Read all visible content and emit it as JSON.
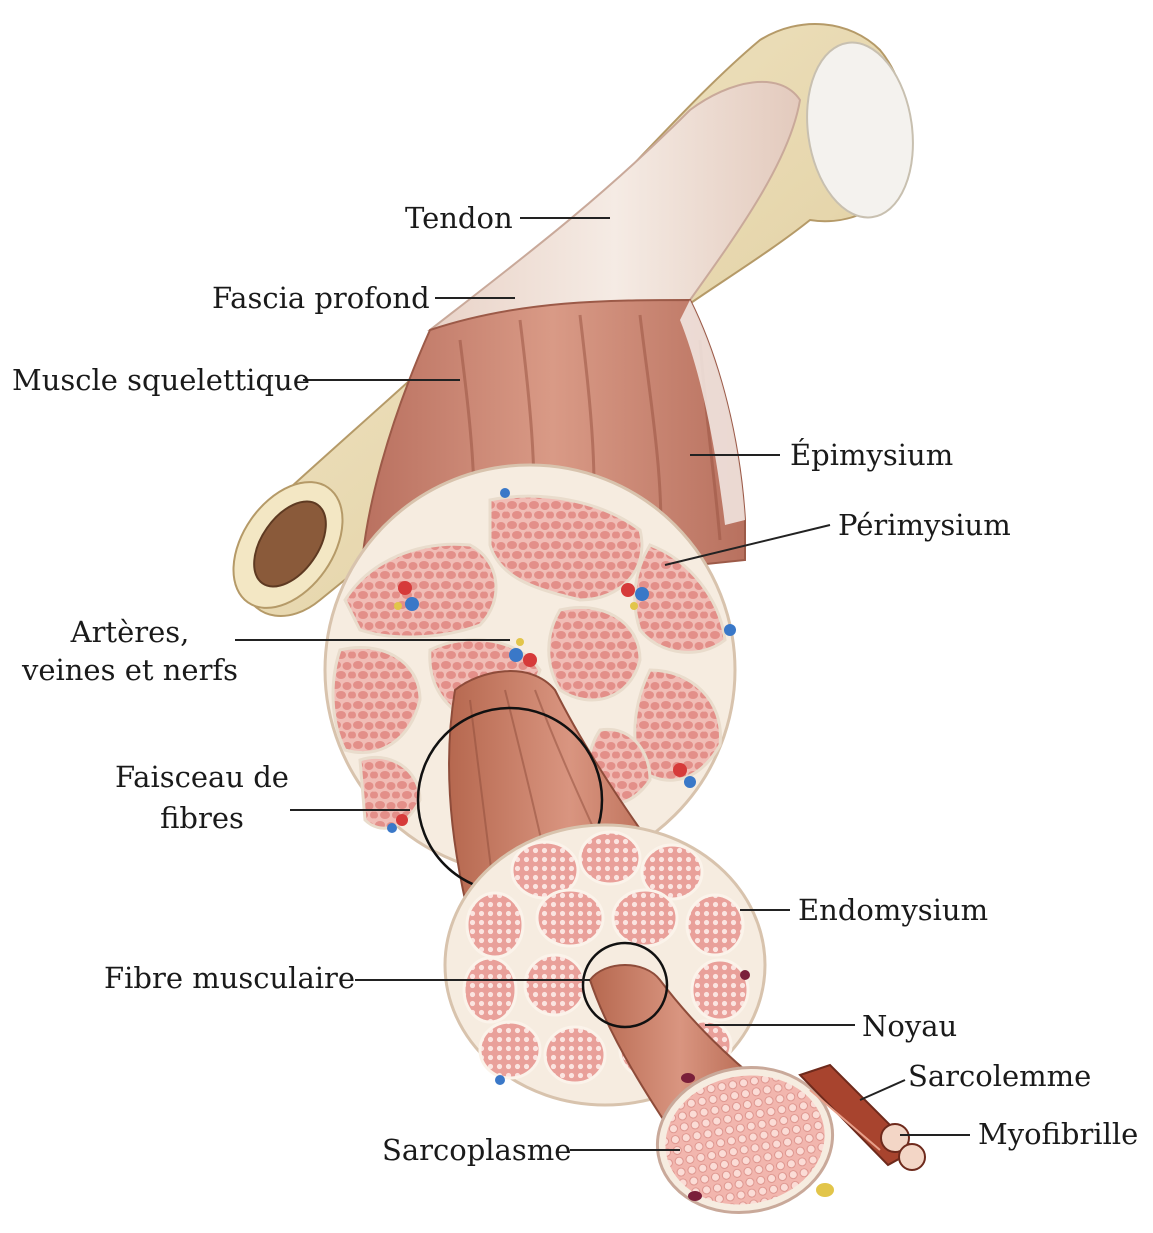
{
  "labels": {
    "tendon": "Tendon",
    "fascia": "Fascia profond",
    "muscle": "Muscle squelettique",
    "epimysium": "Épimysium",
    "perimysium": "Périmysium",
    "arteres_line1": "Artères,",
    "arteres_line2": "veines et nerfs",
    "faisceau_line1": "Faisceau de",
    "faisceau_line2": "fibres",
    "endomysium": "Endomysium",
    "fibre": "Fibre musculaire",
    "noyau": "Noyau",
    "sarcolemme": "Sarcolemme",
    "myofibrille": "Myofibrille",
    "sarcoplasme": "Sarcoplasme"
  },
  "colors": {
    "bone": "#e9dcb8",
    "bone_shade": "#cdb98a",
    "bone_marrow": "#8a5a3a",
    "tendon": "#efe4dc",
    "muscle": "#c98a78",
    "muscle_dark": "#a8604e",
    "fascicle": "#f0b7b2",
    "fiber_cell": "#e7918d",
    "connective": "#f6ece0",
    "artery": "#d63a3a",
    "vein": "#3a78c8",
    "nerve": "#e2c54a",
    "nucleus": "#7a1f3a"
  }
}
